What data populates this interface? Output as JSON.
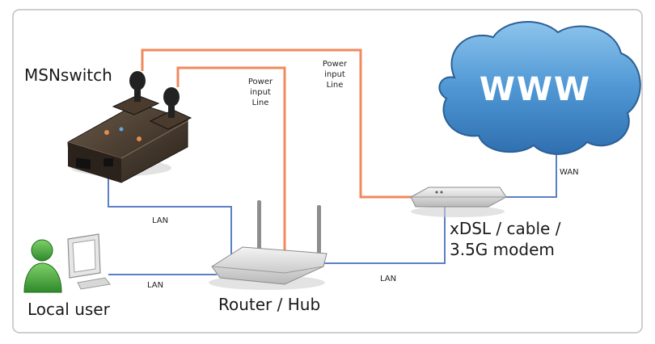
{
  "labels": {
    "msnswitch": "MSNswitch",
    "www": "WWW",
    "power1": [
      "Power",
      "input",
      "Line"
    ],
    "power2": [
      "Power",
      "input",
      "Line"
    ],
    "wan": "WAN",
    "modem": [
      "xDSL / cable /",
      "3.5G modem"
    ],
    "lan_switch": "LAN",
    "lan_user": "LAN",
    "lan_modem": "LAN",
    "local_user": "Local user",
    "router": "Router / Hub"
  },
  "colors": {
    "power_line": "#f08a5d",
    "network_line": "#5b7fc4",
    "cloud_fill": "#5aa0d8",
    "frame": "#bfbfbf"
  }
}
